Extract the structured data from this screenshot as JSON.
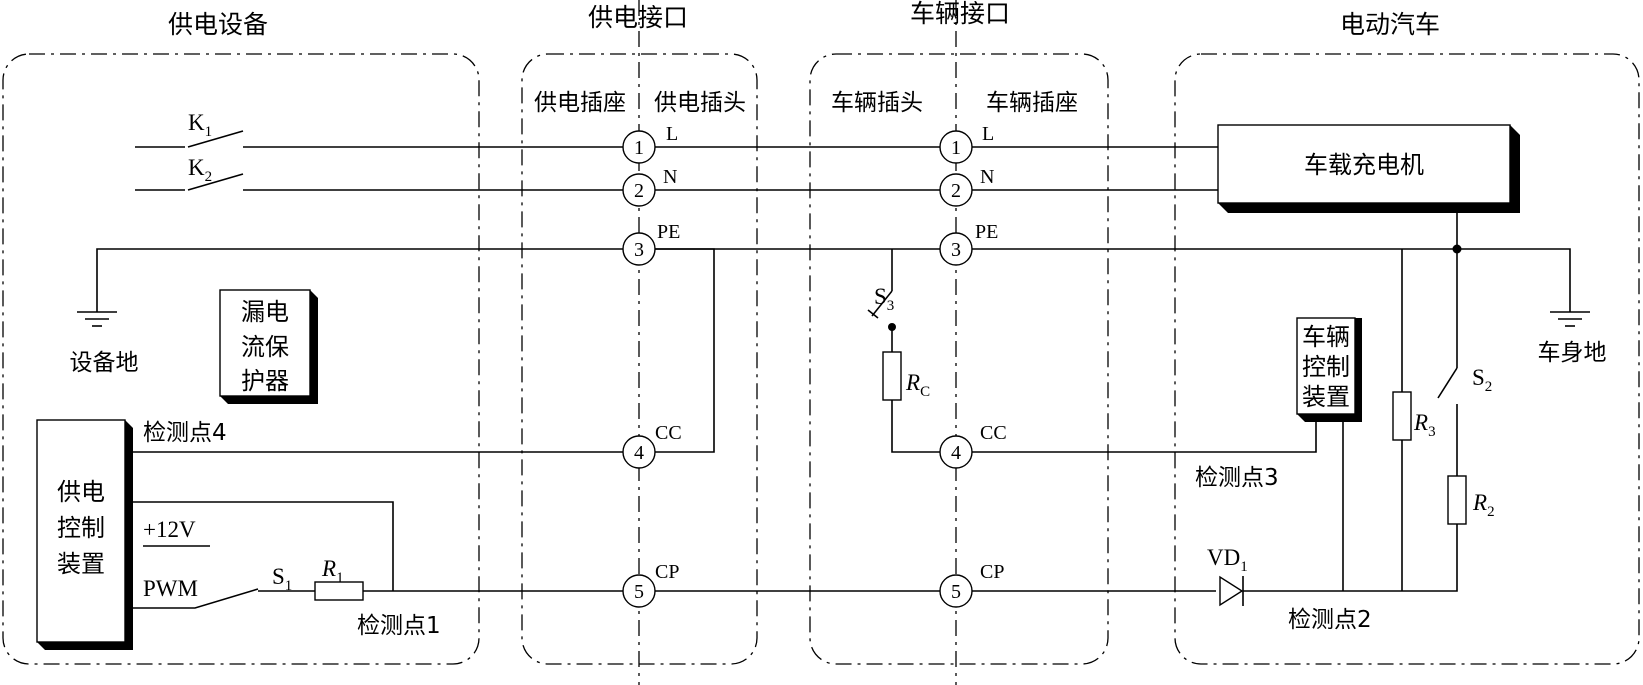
{
  "sections": {
    "supply_equipment": "供电设备",
    "supply_interface": "供电接口",
    "vehicle_interface": "车辆接口",
    "electric_vehicle": "电动汽车"
  },
  "connectors": {
    "supply_socket": "供电插座",
    "supply_plug": "供电插头",
    "vehicle_plug": "车辆插头",
    "vehicle_socket": "车辆插座"
  },
  "pins": [
    {
      "num": "1",
      "name": "L"
    },
    {
      "num": "2",
      "name": "N"
    },
    {
      "num": "3",
      "name": "PE"
    },
    {
      "num": "4",
      "name": "CC"
    },
    {
      "num": "5",
      "name": "CP"
    }
  ],
  "switches": {
    "k1": {
      "main": "K",
      "sub": "1"
    },
    "k2": {
      "main": "K",
      "sub": "2"
    },
    "s1": {
      "main": "S",
      "sub": "1"
    },
    "s2": {
      "main": "S",
      "sub": "2"
    },
    "s3": {
      "main": "S",
      "sub": "3"
    }
  },
  "resistors": {
    "r1": {
      "main": "R",
      "sub": "1"
    },
    "r2": {
      "main": "R",
      "sub": "2"
    },
    "r3": {
      "main": "R",
      "sub": "3"
    },
    "rc": {
      "main": "R",
      "sub": "C"
    }
  },
  "diode": {
    "main": "VD",
    "sub": "1"
  },
  "grounds": {
    "equipment": "设备地",
    "vehicle_body": "车身地"
  },
  "devices": {
    "leakage_protector": [
      "漏电",
      "流保",
      "护器"
    ],
    "supply_control": [
      "供电",
      "控制",
      "装置"
    ],
    "vehicle_control": [
      "车辆",
      "控制",
      "装置"
    ],
    "onboard_charger": "车载充电机"
  },
  "signals": {
    "plus12v": "+12V",
    "pwm": "PWM"
  },
  "detection_points": {
    "p1": "检测点1",
    "p2": "检测点2",
    "p3": "检测点3",
    "p4": "检测点4"
  }
}
